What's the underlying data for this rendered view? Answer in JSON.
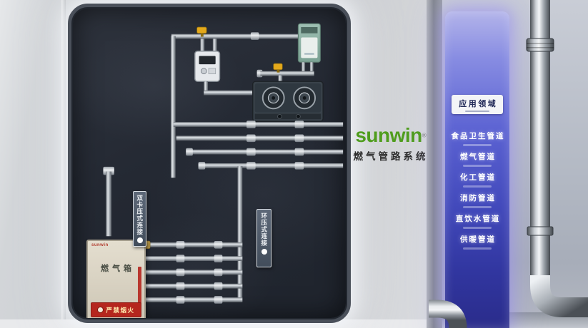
{
  "logo": {
    "brand": "sunwin",
    "registered": "®",
    "subtitle": "燃气管路系统"
  },
  "board": {
    "signs": [
      {
        "text": "双卡压式连接"
      },
      {
        "text": "环压式连接"
      }
    ],
    "cabinet": {
      "brand": "sunwin",
      "label": "燃气箱",
      "warning": "严禁烟火"
    }
  },
  "app_panel": {
    "title": "应用领域",
    "items": [
      "食品卫生管道",
      "燃气管道",
      "化工管道",
      "消防管道",
      "直饮水管道",
      "供暖管道"
    ]
  },
  "colors": {
    "brand_green": "#4f9d1d",
    "panel_blue": "#4d55c7",
    "warning_red": "#b5261e",
    "valve_yellow": "#e4a91b",
    "board_dark": "#242933"
  }
}
